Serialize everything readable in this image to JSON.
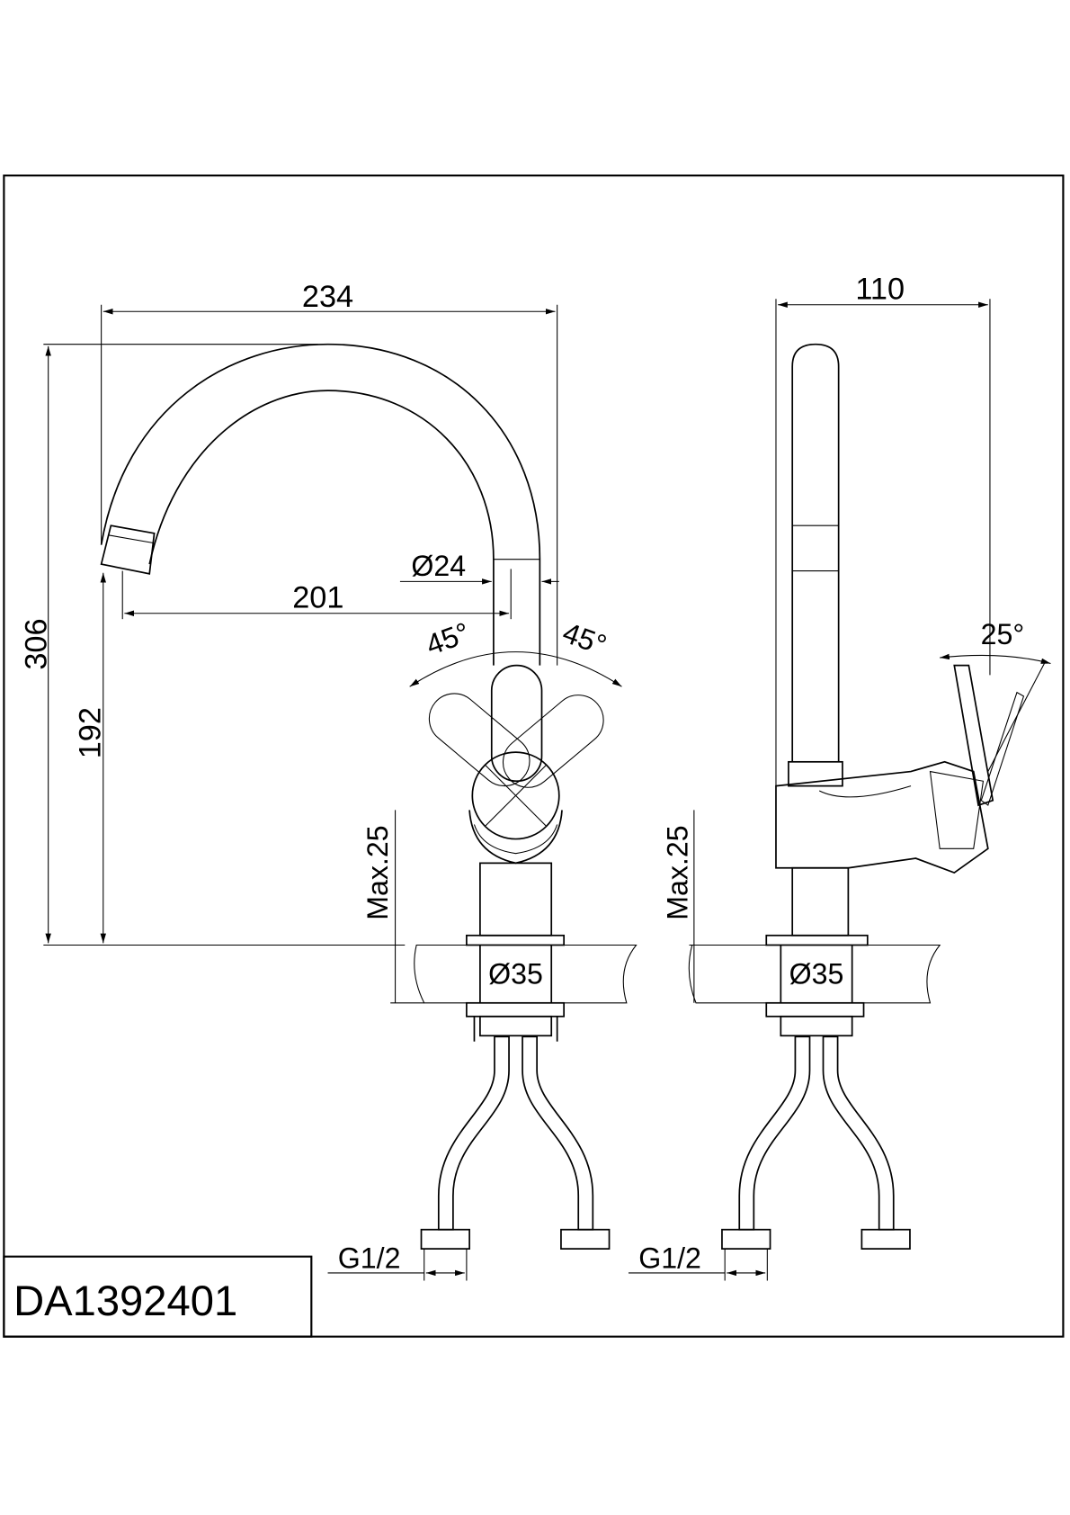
{
  "drawing": {
    "model_number": "DA1392401",
    "front_view": {
      "overall_width": "234",
      "overall_height": "306",
      "spout_height": "192",
      "spout_reach": "201",
      "spout_diameter": "Ø24",
      "handle_angle_left": "45°",
      "handle_angle_right": "45°",
      "max_counter_thickness": "Max.25",
      "mount_hole_diameter": "Ø35",
      "connection_thread": "G1/2"
    },
    "side_view": {
      "overall_depth": "110",
      "handle_tilt_angle": "25°",
      "max_counter_thickness": "Max.25",
      "mount_hole_diameter": "Ø35",
      "connection_thread": "G1/2"
    }
  }
}
